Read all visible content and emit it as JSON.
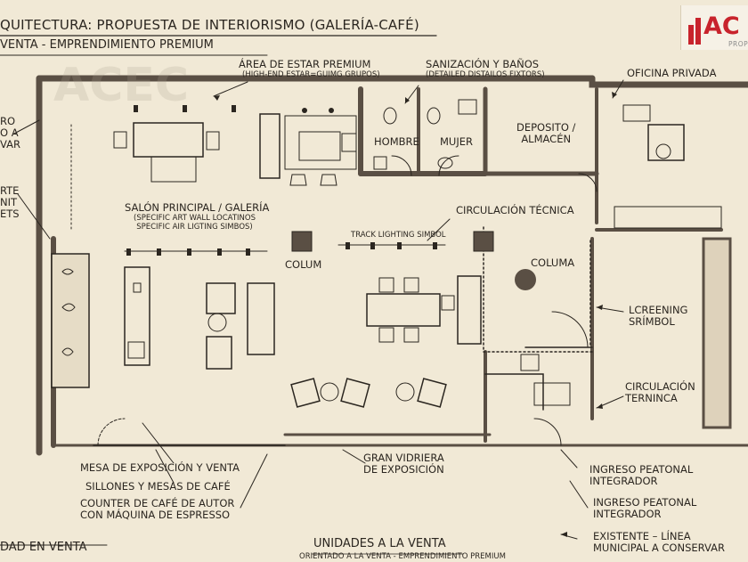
{
  "header": {
    "title": "QUITECTURA: PROPUESTA DE INTERIORISMO (GALERÍA-CAFÉ)",
    "subtitle": "VENTA - EMPRENDIMIENTO PREMIUM"
  },
  "logo": {
    "text": "AC",
    "sub": "PROP",
    "watermark": "ACEC"
  },
  "labels": {
    "estar_title": "ÁREA DE ESTAR PREMIUM",
    "estar_sub": "(HIGH-END ESTAR=GUIMG GRUPOS)",
    "banos_title": "SANIZACIÓN Y BAÑOS",
    "banos_sub": "(DETAILED DISTAILOS FIXTORS)",
    "oficina": "OFICINA PRIVADA",
    "hombre": "HOMBRE",
    "mujer": "MUJER",
    "deposito": "DEPOSITO /\nALMACÉN",
    "left1": "RO\nO A\nVAR",
    "left2": "RTE\nNIT\nETS",
    "salon_title": "SALÓN PRINCIPAL / GALERÍA",
    "salon_sub": "(SPECIFIC ART WALL LOCATINOS\nSPECIFIC AIR LIGTING SIMBOS)",
    "circ_tecnica": "CIRCULACIÓN TÉCNICA",
    "track": "TRACK LIGHTING SIMBOL",
    "colum": "COLUM",
    "columa": "COLUMA",
    "screening": "LCREENING\nSRÍMBOL",
    "circ_terninca": "CIRCULACIÓN\nTERNINCA",
    "mesa_expo": "MESA DE EXPOSICIÓN Y VENTA",
    "sillones": "SILLONES Y MESAS DE CAFÉ",
    "counter": "COUNTER DE CAFÉ DE AUTOR\nCON MÁQUINA DE ESPRESSO",
    "vidriera": "GRAN VIDRIERA\nDE EXPOSICIÓN",
    "ingreso1": "INGRESO PEATONAL\nINTEGRADOR",
    "ingreso2": "INGRESO PEATONAL\nINTEGRADOR",
    "existente": "EXISTENTE – LÍNEA\nMUNICIPAL A CONSERVAR"
  },
  "footer": {
    "left": "DAD EN VENTA",
    "title": "UNIDADES A LA VENTA",
    "sub": "ORIENTADO A LA VENTA - EMPRENDIMIENTO PREMIUM"
  },
  "colors": {
    "paper": "#f1e9d6",
    "ink": "#2b2620",
    "wall": "#5a4f44",
    "accent": "#c8232c"
  }
}
